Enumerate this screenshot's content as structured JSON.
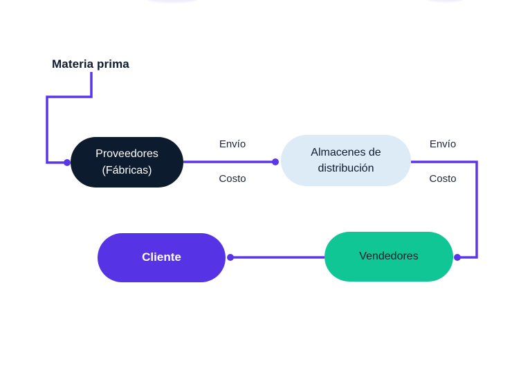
{
  "diagram": {
    "background_color": "#FFFFFF",
    "line_color": "#5B36E8",
    "source_label": "Materia prima",
    "nodes": {
      "proveedores": {
        "line1": "Proveedores",
        "line2": "(Fábricas)",
        "bg_color": "#0D1B2E",
        "text_color": "#FFFFFF"
      },
      "almacenes": {
        "line1": "Almacenes de",
        "line2": "distribución",
        "bg_color": "#DCEBF6",
        "text_color": "#0D1B2E"
      },
      "cliente": {
        "line1": "Cliente",
        "bg_color": "#5634E6",
        "text_color": "#FFFFFF"
      },
      "vendedores": {
        "line1": "Vendedores",
        "bg_color": "#0FC694",
        "text_color": "#0D1B2E"
      }
    },
    "edges": {
      "proveedores_to_almacenes": {
        "label_above": "Envío",
        "label_below": "Costo"
      },
      "almacenes_to_vendedores": {
        "label_above": "Envío",
        "label_below": "Costo"
      }
    }
  }
}
